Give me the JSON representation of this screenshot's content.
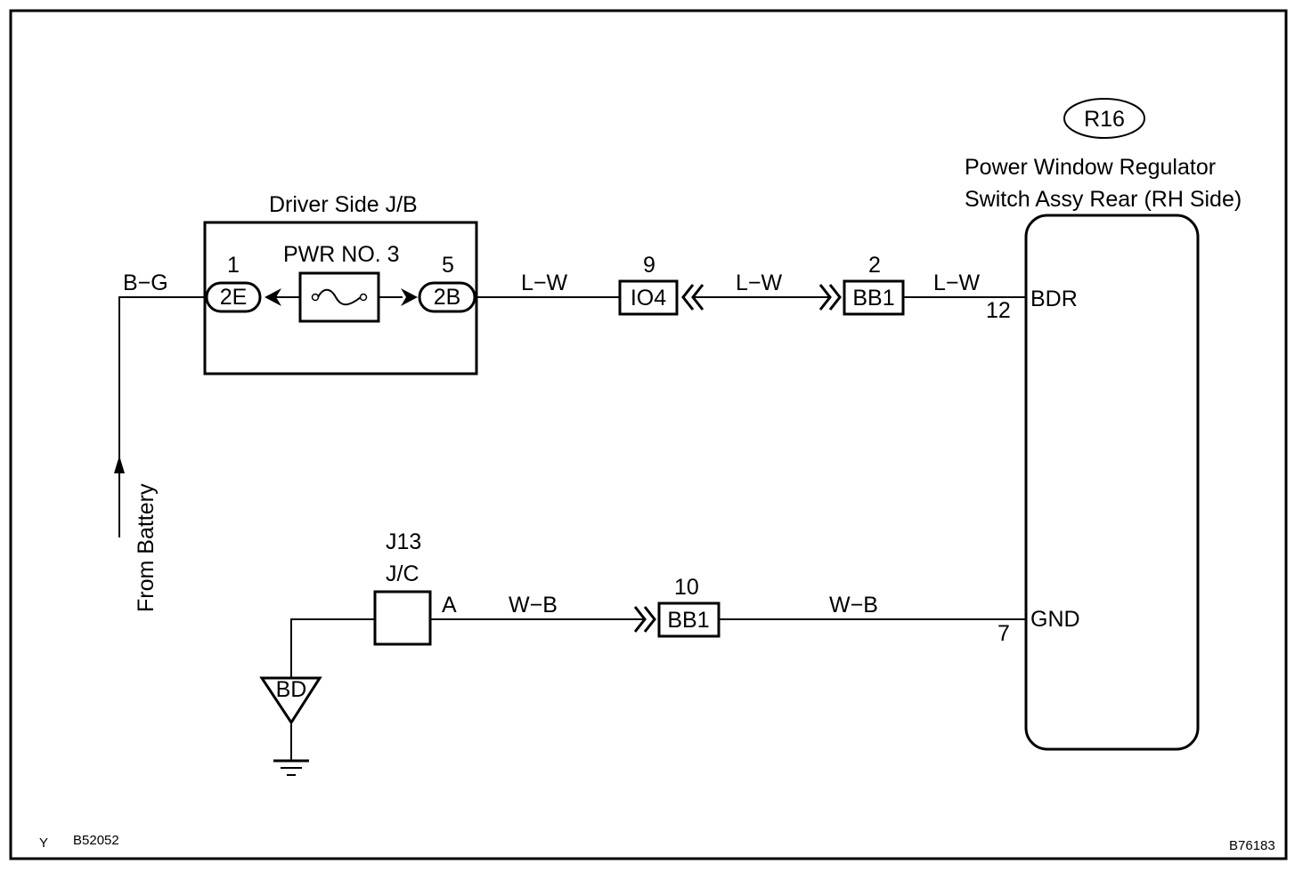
{
  "components": {
    "switch": {
      "code": "R16",
      "name_line1": "Power Window Regulator",
      "name_line2": "Switch Assy Rear (RH Side)",
      "pin_bdr_label": "BDR",
      "pin_bdr_num": "12",
      "pin_gnd_label": "GND",
      "pin_gnd_num": "7"
    },
    "junction_block": {
      "title": "Driver Side J/B",
      "fuse_label": "PWR NO. 3",
      "left_pin": "1",
      "left_connector": "2E",
      "right_pin": "5",
      "right_connector": "2B"
    },
    "connector_io4": {
      "pin": "9",
      "label": "IO4"
    },
    "connector_bb1_top": {
      "pin": "2",
      "label": "BB1"
    },
    "connector_bb1_bottom": {
      "pin": "10",
      "label": "BB1"
    },
    "junction_connector": {
      "code": "J13",
      "type": "J/C",
      "pin": "A"
    },
    "ground": {
      "label": "BD"
    },
    "battery": {
      "label": "From Battery"
    }
  },
  "wires": {
    "battery_to_jb": "B−G",
    "jb_to_io4": "L−W",
    "io4_to_bb1": "L−W",
    "bb1_to_switch": "L−W",
    "jc_to_bb1": "W−B",
    "bb1_to_switch_gnd": "W−B"
  },
  "footer": {
    "marker": "Y",
    "left_code": "B52052",
    "right_code": "B76183"
  }
}
